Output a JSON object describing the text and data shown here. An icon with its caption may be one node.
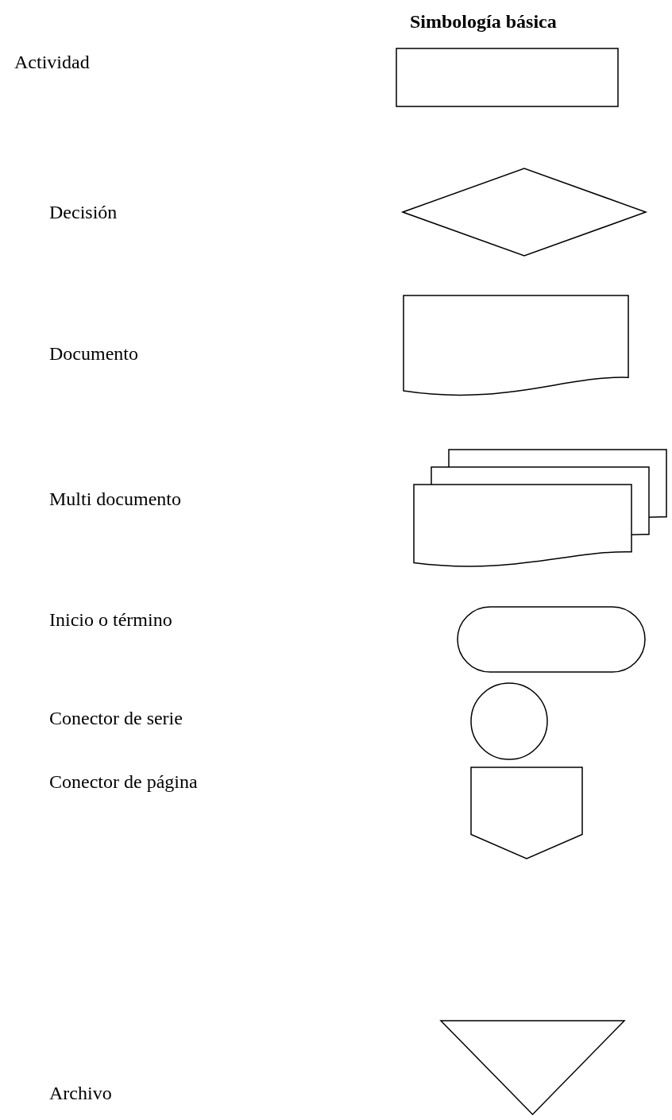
{
  "diagram": {
    "title": "Simbología básica",
    "nodes": [
      {
        "text": [],
        "shape": "box"
      },
      {
        "text": [],
        "shape": "diamond"
      },
      {
        "text": [],
        "shape": "document"
      },
      {
        "text": [],
        "shape": "documents"
      },
      {
        "text": [],
        "shape": "stadium"
      },
      {
        "text": [],
        "shape": "circle"
      },
      {
        "text": [],
        "shape": "pentagon"
      },
      {
        "text": [],
        "shape": "triangle"
      }
    ],
    "labels": [
      "Actividad",
      "Decisión",
      "Documento",
      "Multi documento",
      "Inicio o término",
      "Conector de serie",
      "Conector de página",
      "Archivo"
    ]
  }
}
